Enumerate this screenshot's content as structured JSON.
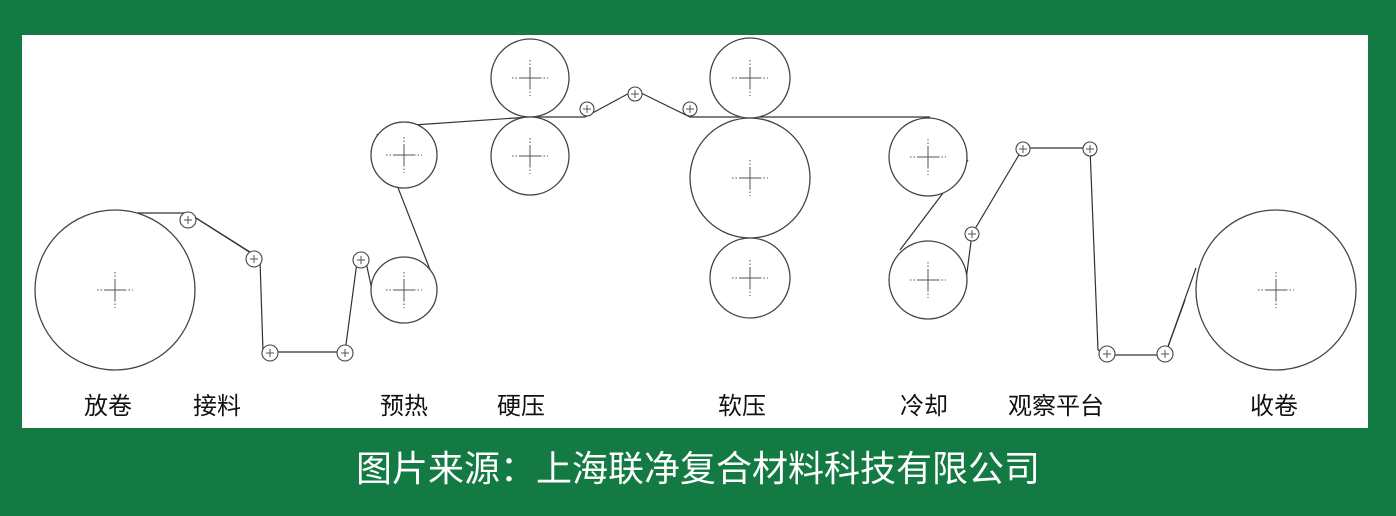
{
  "colors": {
    "frame": "#137a43",
    "panel": "#ffffff",
    "caption_text": "#ffffff",
    "line": "#333333"
  },
  "labels": {
    "unwind": "放卷",
    "splice": "接料",
    "preheat": "预热",
    "hard_press": "硬压",
    "soft_press": "软压",
    "cooling": "冷却",
    "inspection": "观察平台",
    "rewind": "收卷"
  },
  "caption": "图片来源：上海联净复合材料科技有限公司"
}
